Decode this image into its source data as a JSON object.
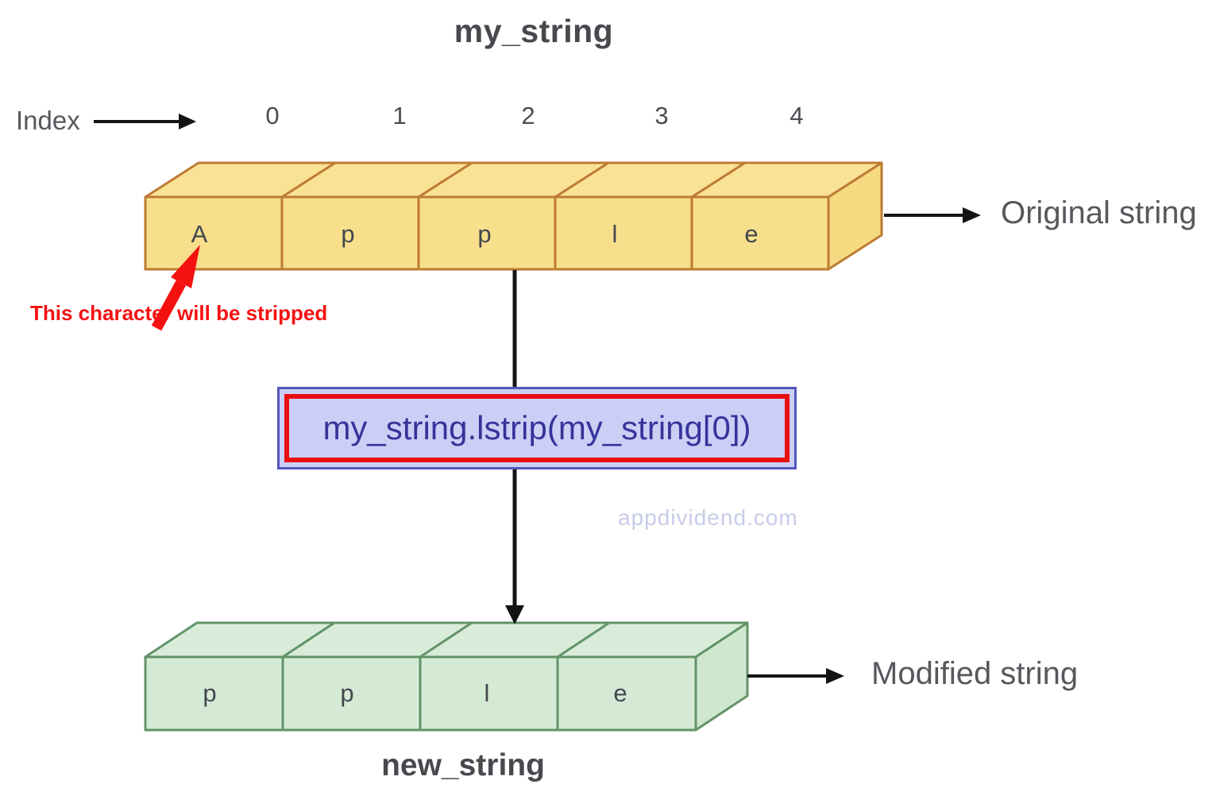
{
  "title": "my_string",
  "index_row": {
    "label": "Index",
    "values": [
      "0",
      "1",
      "2",
      "3",
      "4"
    ]
  },
  "original": {
    "cells": [
      "A",
      "p",
      "p",
      "l",
      "e"
    ],
    "label": "Original string",
    "fill": "#F8DF8C",
    "border": "#BE7B32"
  },
  "annotation": {
    "text": "This character will be stripped",
    "color": "#F61111"
  },
  "code_box": {
    "code": "my_string.lstrip(my_string[0])",
    "fill": "#CBCFF5",
    "outer_border": "#5356BB",
    "inner_border": "#E90F0F",
    "text_color": "#34349A"
  },
  "watermark": "appdividend.com",
  "modified": {
    "cells": [
      "p",
      "p",
      "l",
      "e"
    ],
    "label": "Modified string",
    "name": "new_string",
    "fill": "#D5EAD5",
    "border": "#639368"
  },
  "arrow_color": "#141414"
}
